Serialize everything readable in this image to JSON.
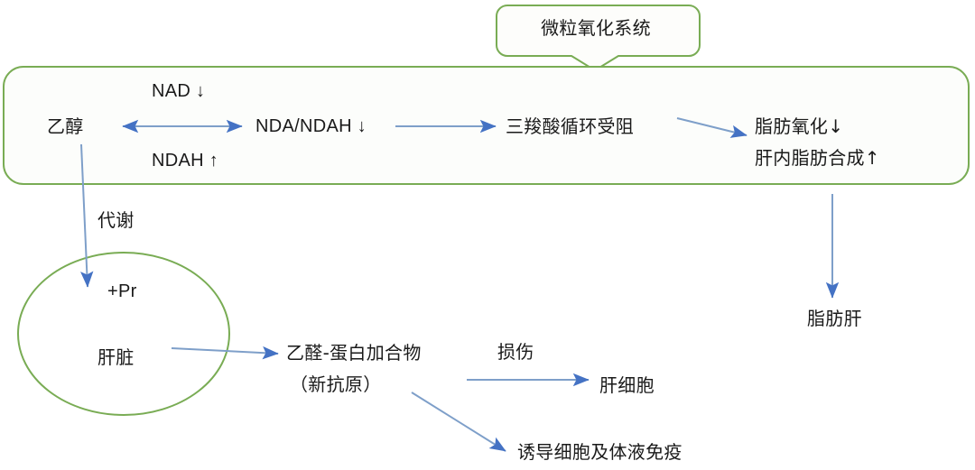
{
  "diagram": {
    "title_callout": "微粒氧化系统",
    "colors": {
      "shape_stroke_green": "#79AC54",
      "arrow_blue": "#4472C4",
      "line_blue": "#7E9FC9",
      "text_black": "#1A1A1A",
      "background": "#FFFFFF"
    },
    "nodes": {
      "ethanol": "乙醇",
      "nad_down": "NAD ↓",
      "ndah_up": "NDAH ↑",
      "nad_ratio": "NDA/NDAH ↓",
      "tca_blocked": "三羧酸循环受阻",
      "fat_oxidation": "脂肪氧化↓",
      "fat_synthesis": "肝内脂肪合成↑",
      "metabolism": "代谢",
      "plus_pr": "+Pr",
      "liver": "肝脏",
      "fatty_liver": "脂肪肝",
      "adduct": "乙醛-蛋白加合物",
      "neoantigen": "（新抗原）",
      "damage": "损伤",
      "hepatocyte": "肝细胞",
      "immunity": "诱导细胞及体液免疫"
    },
    "shapes": {
      "callout_label": "rounded-callout-box",
      "main_box_label": "rounded-pathway-box",
      "ellipse_label": "liver-ellipse"
    },
    "connectors": {
      "ethanol_nad_bidirectional": "double-headed-arrow",
      "ratio_to_tca": "arrow",
      "tca_to_fat": "arrow",
      "ethanol_to_liver": "arrow",
      "fat_to_fatty_liver": "arrow",
      "liver_to_adduct": "arrow",
      "adduct_to_hepatocyte": "arrow",
      "adduct_to_immunity": "arrow"
    }
  }
}
